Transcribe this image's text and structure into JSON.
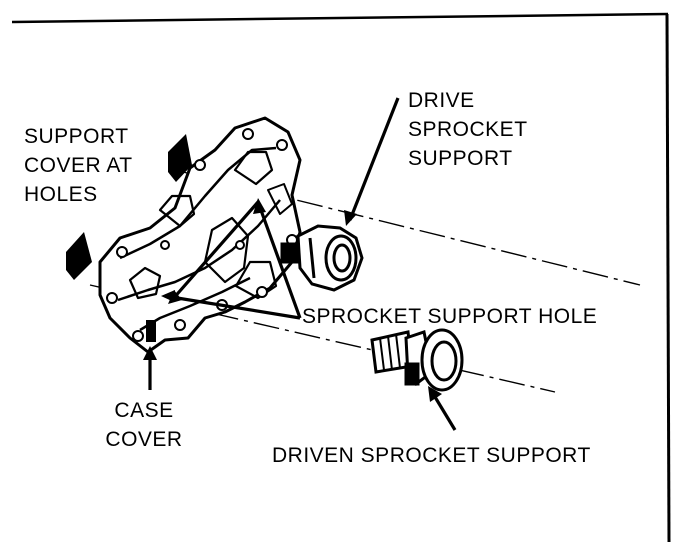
{
  "labels": {
    "drive_sprocket_support": [
      "DRIVE",
      "SPROCKET",
      "SUPPORT"
    ],
    "support_cover": [
      "SUPPORT",
      "COVER AT",
      "HOLES"
    ],
    "sprocket_support_hole": "SPROCKET SUPPORT HOLE",
    "case_cover": [
      "CASE",
      "COVER"
    ],
    "driven_sprocket_support": "DRIVEN SPROCKET SUPPORT"
  },
  "colors": {
    "ink": "#000000",
    "paper": "#ffffff"
  }
}
